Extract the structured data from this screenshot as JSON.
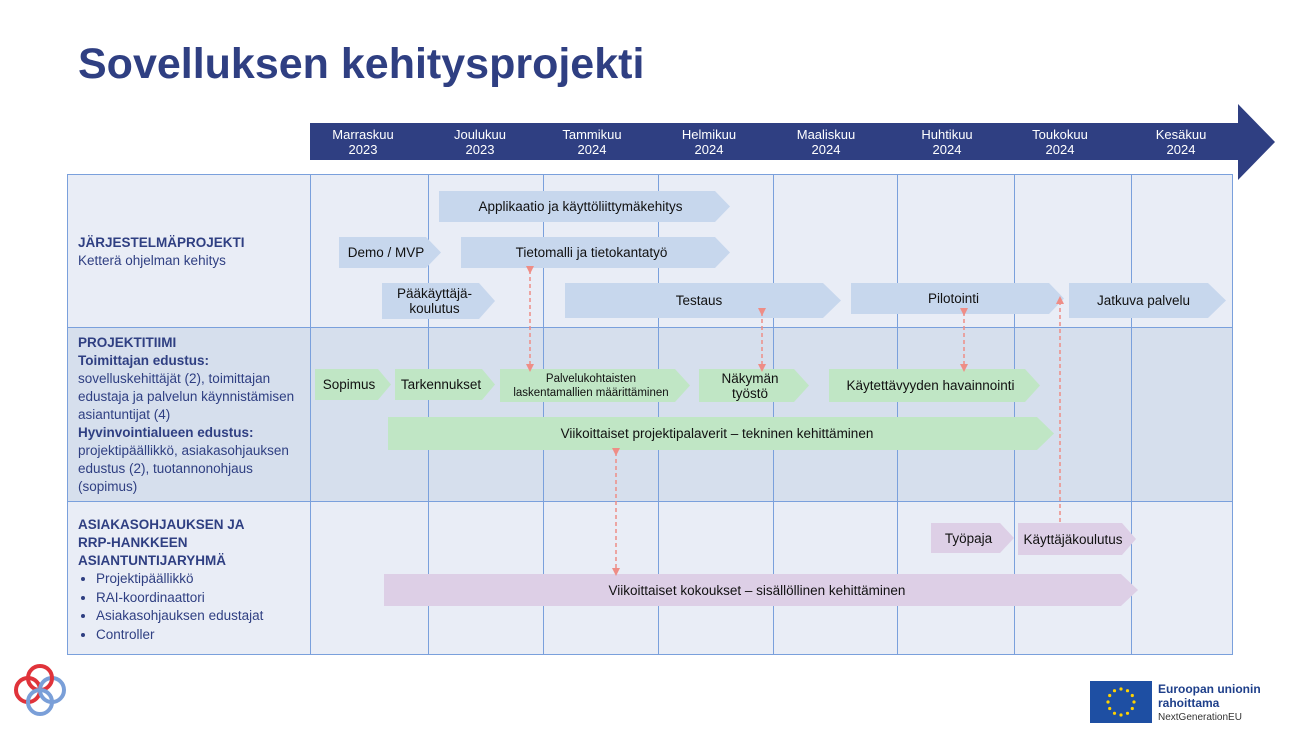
{
  "title": "Sovelluksen kehitysprojekti",
  "timeline": {
    "months": [
      {
        "name": "Marraskuu",
        "year": "2023"
      },
      {
        "name": "Joulukuu",
        "year": "2023"
      },
      {
        "name": "Tammikuu",
        "year": "2024"
      },
      {
        "name": "Helmikuu",
        "year": "2024"
      },
      {
        "name": "Maaliskuu",
        "year": "2024"
      },
      {
        "name": "Huhtikuu",
        "year": "2024"
      },
      {
        "name": "Toukokuu",
        "year": "2024"
      },
      {
        "name": "Kesäkuu",
        "year": "2024"
      }
    ]
  },
  "rows": {
    "jarjestelma": {
      "heading": "JÄRJESTELMÄPROJEKTI",
      "text": "Ketterä ohjelman kehitys"
    },
    "projektitiimi": {
      "heading": "PROJEKTITIIMI",
      "sub1": "Toimittajan edustus:",
      "text1": "sovelluskehittäjät (2), toimittajan edustaja ja palvelun käynnistämisen asiantuntijat (4)",
      "sub2": "Hyvinvointialueen edustus:",
      "text2": "projektipäällikkö, asiakasohjauksen edustus (2), tuotannonohjaus (sopimus)"
    },
    "asiakasohjaus": {
      "heading_lines": [
        "ASIAKASOHJAUKSEN JA",
        "RRP-HANKKEEN",
        "ASIANTUNTIJARYHMÄ"
      ],
      "bullets": [
        "Projektipäällikkö",
        "RAI-koordinaattori",
        "Asiakasohjauksen edustajat",
        "Controller"
      ]
    }
  },
  "tasks": {
    "applikaatio": "Applikaatio ja käyttöliittymäkehitys",
    "demo": "Demo / MVP",
    "tietomalli": "Tietomalli ja tietokantatyö",
    "paakayttaja_lines": [
      "Pääkäyttäjä-",
      "koulutus"
    ],
    "testaus": "Testaus",
    "pilotointi": "Pilotointi",
    "jatkuva": "Jatkuva  palvelu",
    "sopimus": "Sopimus",
    "tarkennukset": "Tarkennukset",
    "palvelukohtaisten_lines": [
      "Palvelukohtaisten",
      "laskentamallien määrittäminen"
    ],
    "nakyman_lines": [
      "Näkymän",
      "työstö"
    ],
    "kaytettavyys": "Käytettävyyden havainnointi",
    "viikoittaiset_palaverit": "Viikoittaiset projektipalaverit – tekninen kehittäminen",
    "tyopaja": "Työpaja",
    "kayttajakoulutus": "Käyttäjäkoulutus",
    "viikoittaiset_kokoukset": "Viikoittaiset kokoukset – sisällöllinen kehittäminen"
  },
  "colors": {
    "title": "#2f3f82",
    "timeline": "#2f3f82",
    "task_blue": "#c7d7ed",
    "task_green": "#c0e6c5",
    "task_purple": "#ddcfe6",
    "dependency_arrow": "#ee8d86",
    "eu_flag": "#1e4fa3"
  },
  "logos": {
    "eu_line1": "Euroopan unionin",
    "eu_line2": "rahoittama",
    "eu_line3": "NextGenerationEU"
  }
}
